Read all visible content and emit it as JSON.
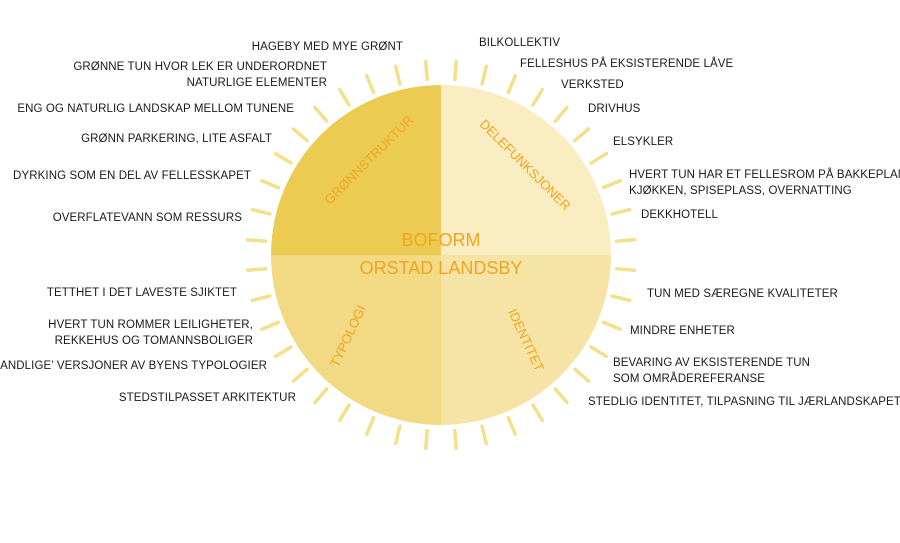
{
  "center": {
    "title": "BOFORM",
    "subtitle": "ORSTAD LANDSBY"
  },
  "quadrants": {
    "top_left": {
      "name": "GRØNNSTRUKTUR",
      "color": "#ECCB52"
    },
    "top_right": {
      "name": "DELEFUNKSJONER",
      "color": "#FAEDC2"
    },
    "bottom_left": {
      "name": "TYPOLOGI",
      "color": "#F1DA83"
    },
    "bottom_right": {
      "name": "IDENTITET",
      "color": "#F6E4A6"
    }
  },
  "colors": {
    "ray": "#F2E08A",
    "accent_text": "#F0A51E",
    "label_text": "#1a1a1a"
  },
  "labels": {
    "l1": [
      "HAGEBY MED MYE GRØNT"
    ],
    "l2": [
      "GRØNNE TUN HVOR LEK ER UNDERORDNET",
      "NATURLIGE ELEMENTER"
    ],
    "l3": [
      "ENG OG NATURLIG LANDSKAP MELLOM TUNENE"
    ],
    "l4": [
      "GRØNN PARKERING, LITE ASFALT"
    ],
    "l5": [
      "DYRKING SOM EN DEL AV FELLESSKAPET"
    ],
    "l6": [
      "OVERFLATEVANN SOM RESSURS"
    ],
    "r1": [
      "BILKOLLEKTIV"
    ],
    "r2": [
      "FELLESHUS PÅ EKSISTERENDE LÅVE"
    ],
    "r3": [
      "VERKSTED"
    ],
    "r4": [
      "DRIVHUS"
    ],
    "r5": [
      "ELSYKLER"
    ],
    "r6": [
      "HVERT TUN HAR ET FELLESROM PÅ BAKKEPLAN:",
      "KJØKKEN, SPISEPLASS, OVERNATTING"
    ],
    "r7": [
      "DEKKHOTELL"
    ],
    "b1": [
      "TETTHET I DET LAVESTE SJIKTET"
    ],
    "b2": [
      "HVERT TUN ROMMER LEILIGHETER,",
      "REKKEHUS OG TOMANNSBOLIGER"
    ],
    "b3": [
      "‘LANDLIGE’ VERSJONER AV BYENS TYPOLOGIER"
    ],
    "b4": [
      "STEDSTILPASSET ARKITEKTUR"
    ],
    "c1": [
      "TUN MED SÆREGNE KVALITETER"
    ],
    "c2": [
      "MINDRE ENHETER"
    ],
    "c3": [
      "BEVARING AV EKSISTERENDE TUN",
      "SOM OMRÅDEREFERANSE"
    ],
    "c4": [
      "STEDLIG IDENTITET, TILPASNING TIL JÆRLANDSKAPET"
    ]
  }
}
